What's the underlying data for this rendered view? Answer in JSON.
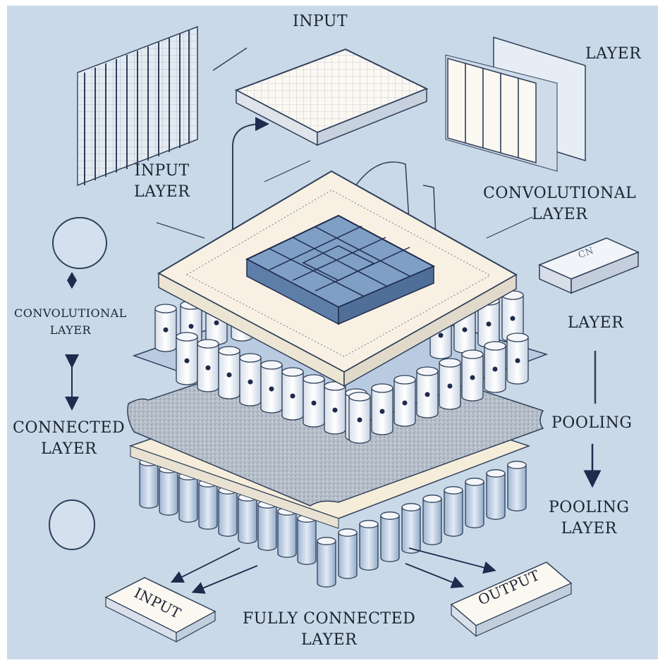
{
  "labels": {
    "input_top": "INPUT",
    "layer_top_right": "LAYER",
    "input_layer_line1": "INPUT",
    "input_layer_line2": "LAYER",
    "conv_right_line1": "CONVOLUTIONAL",
    "conv_right_line2": "LAYER",
    "conv_left_line1": "CONVOLUTIONAL",
    "conv_left_line2": "LAYER",
    "layer_mid_right": "LAYER",
    "connected_line1": "CONNECTED",
    "connected_line2": "LAYER",
    "pooling": "POOLING",
    "pooling_layer_line1": "POOLING",
    "pooling_layer_line2": "LAYER",
    "box_small": "CN",
    "box_input": "INPUT",
    "box_output": "OUTPUT",
    "fully_line1": "FULLY CONNECTED",
    "fully_line2": "LAYER"
  },
  "colors": {
    "background": "#c9d9e8",
    "frame": "#ffffff",
    "outline": "#2f3f58",
    "cream": "#f7efe0",
    "blue_block": "#7f9fc5",
    "cylinder": "#f4f2ee",
    "dot": "#1f2b4d"
  }
}
